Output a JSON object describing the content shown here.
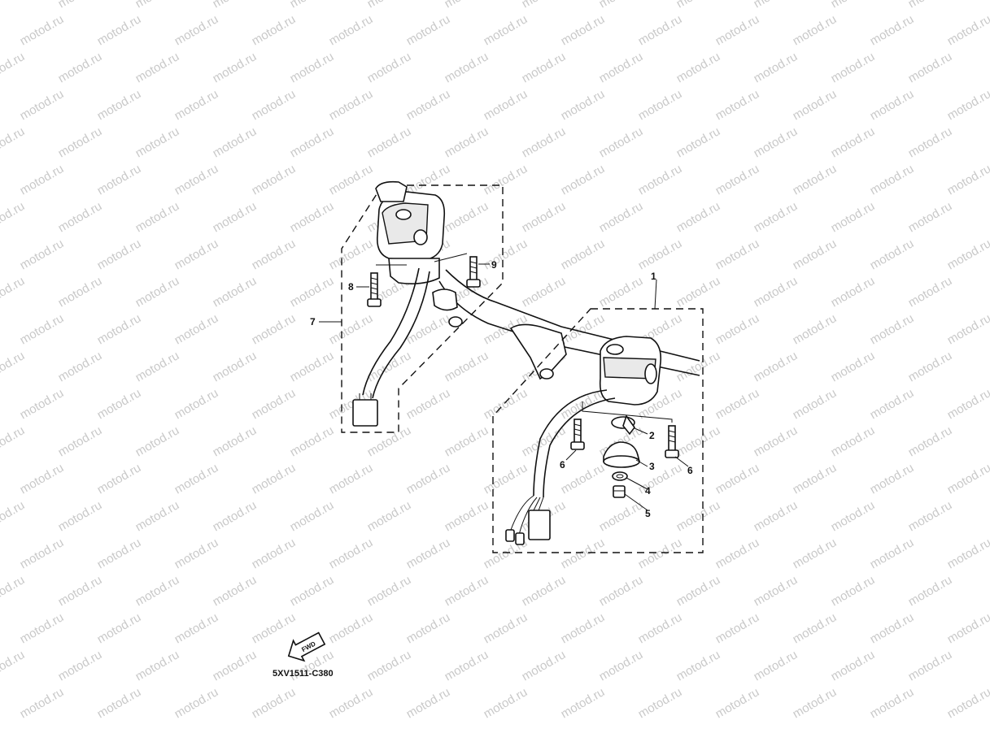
{
  "watermark": {
    "text": "motod.ru",
    "color": "#c9c9c9"
  },
  "diagram_code": "5XV1511-C380",
  "fwd_text": "FWD",
  "callouts": [
    {
      "id": "1",
      "label": "1"
    },
    {
      "id": "2",
      "label": "2"
    },
    {
      "id": "3",
      "label": "3"
    },
    {
      "id": "4",
      "label": "4"
    },
    {
      "id": "5",
      "label": "5"
    },
    {
      "id": "6a",
      "label": "6"
    },
    {
      "id": "6b",
      "label": "6"
    },
    {
      "id": "7",
      "label": "7"
    },
    {
      "id": "8",
      "label": "8"
    },
    {
      "id": "9",
      "label": "9"
    }
  ]
}
